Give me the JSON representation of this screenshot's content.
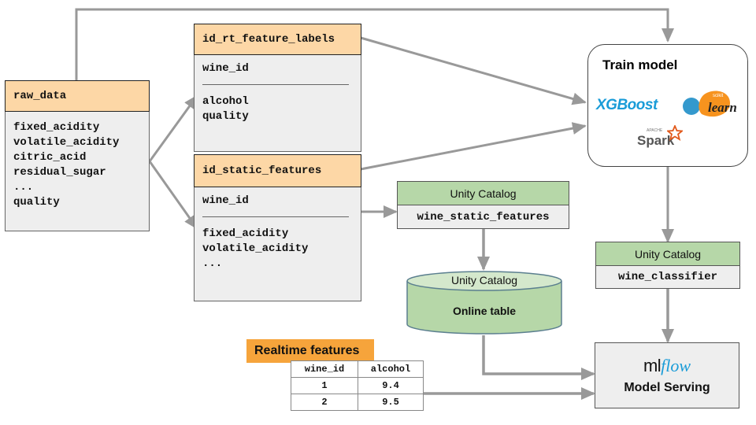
{
  "raw_data": {
    "title": "raw_data",
    "fields": [
      "fixed_acidity",
      "volatile_acidity",
      "citric_acid",
      "residual_sugar",
      "...",
      "quality"
    ]
  },
  "rt_feature_labels": {
    "title": "id_rt_feature_labels",
    "key": "wine_id",
    "fields": [
      "alcohol",
      "quality"
    ]
  },
  "static_features": {
    "title": "id_static_features",
    "key": "wine_id",
    "fields": [
      "fixed_acidity",
      "volatile_acidity",
      "..."
    ]
  },
  "train_model": {
    "title": "Train model",
    "frameworks": [
      "XGBoost",
      "scikit-learn",
      "Apache Spark"
    ],
    "xgboost_label": "XGBoost",
    "sklearn_small": "scikit",
    "sklearn_label": "learn",
    "spark_small": "APACHE",
    "spark_label": "Spark"
  },
  "uc_static": {
    "header": "Unity Catalog",
    "name": "wine_static_features"
  },
  "online_table": {
    "header": "Unity Catalog",
    "label": "Online table"
  },
  "uc_model": {
    "header": "Unity Catalog",
    "name": "wine_classifier"
  },
  "serving": {
    "logo_ml": "ml",
    "logo_flow": "flow",
    "label": "Model Serving"
  },
  "realtime": {
    "label": "Realtime features",
    "columns": [
      "wine_id",
      "alcohol"
    ],
    "rows": [
      [
        "1",
        "9.4"
      ],
      [
        "2",
        "9.5"
      ]
    ]
  },
  "colors": {
    "table_header": "#fdd7a6",
    "table_body": "#eeeeee",
    "uc_green": "#b6d7a8",
    "realtime_orange": "#f6a43b",
    "arrow_gray": "#999999",
    "brand_blue": "#1a9cd8",
    "sklearn_orange": "#f7931e",
    "sklearn_blue": "#3499cd"
  }
}
